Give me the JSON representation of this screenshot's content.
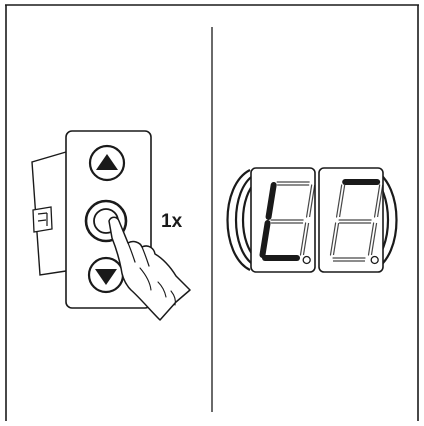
{
  "left_panel": {
    "press_count_label": "1x",
    "keypad": {
      "buttons": [
        {
          "name": "up-arrow-button",
          "icon": "triangle-up-icon"
        },
        {
          "name": "center-select-button",
          "icon": "ring-icon"
        },
        {
          "name": "down-arrow-button",
          "icon": "triangle-down-icon"
        }
      ]
    },
    "hand_icon": "pointing-hand-icon"
  },
  "right_panel": {
    "display": {
      "digits": [
        {
          "lit_segments": [
            "f",
            "e",
            "d"
          ],
          "decimal_point": true
        },
        {
          "lit_segments": [
            "a"
          ],
          "decimal_point": true
        }
      ]
    }
  },
  "colors": {
    "line": "#1a1a1a",
    "background": "#ffffff"
  }
}
